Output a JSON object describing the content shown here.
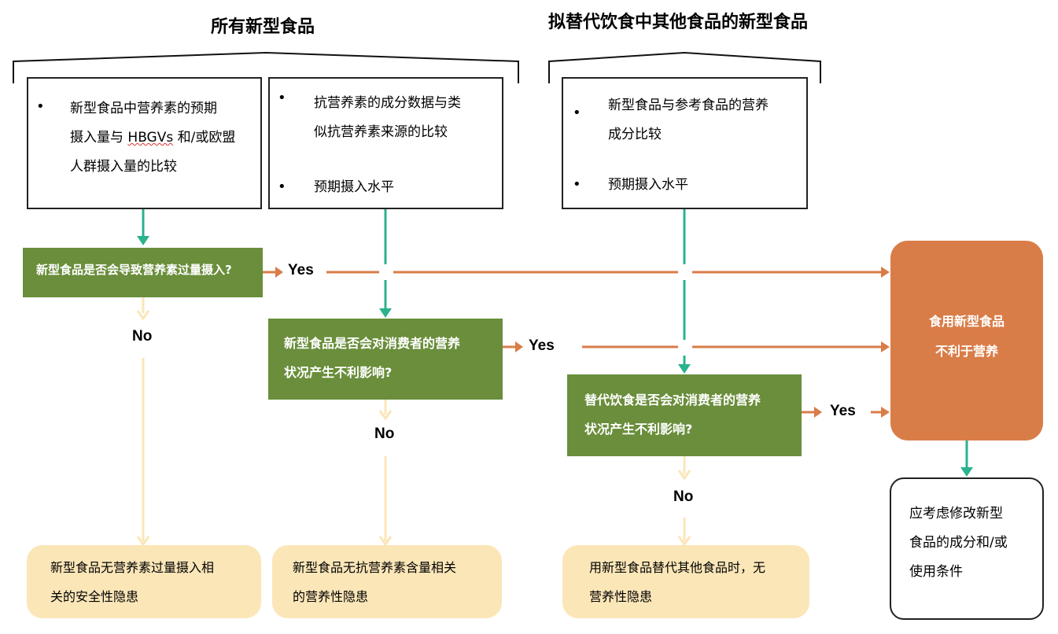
{
  "colors": {
    "question_fill": "#6a8e3b",
    "yes_arrow": "#d97d48",
    "no_arrow": "#fbe6b8",
    "flow_arrow": "#2bb28e",
    "harm_fill": "#d97d48",
    "outcome_fill": "#fbe6b8"
  },
  "headers": {
    "all_novel_foods": "所有新型食品",
    "replacement_foods": "拟替代饮食中其他食品的新型食品"
  },
  "inputs": [
    {
      "id": "nutrient-intake",
      "bullets": [
        "新型食品中营养素的预期摄入量与 HBGVs 和/或欧盟人群摄入量的比较"
      ],
      "lines": [
        "新型食品中营养素的预期",
        "摄入量与 HBGVs 和/或欧盟",
        "人群摄入量的比较"
      ]
    },
    {
      "id": "antinutrient",
      "bullets": [
        {
          "lines": [
            "抗营养素的成分数据与类",
            "似抗营养素来源的比较"
          ]
        },
        {
          "lines": [
            "预期摄入水平"
          ]
        }
      ]
    },
    {
      "id": "reference-comparison",
      "bullets": [
        {
          "lines": [
            "新型食品与参考食品的营养",
            "成分比较"
          ]
        },
        {
          "lines": [
            "预期摄入水平"
          ]
        }
      ]
    }
  ],
  "bullet_glyph": "•",
  "questions": [
    {
      "lines": [
        "新型食品是否会导致营养素过量摄入?"
      ]
    },
    {
      "lines": [
        "新型食品是否会对消费者的营养",
        "状况产生不利影响?"
      ]
    },
    {
      "lines": [
        "替代饮食是否会对消费者的营养",
        "状况产生不利影响?"
      ]
    }
  ],
  "labels": {
    "yes": "Yes",
    "no": "No"
  },
  "outcomes": [
    {
      "lines": [
        "新型食品无营养素过量摄入相",
        "关的安全性隐患"
      ]
    },
    {
      "lines": [
        "新型食品无抗营养素含量相关",
        "的营养性隐患"
      ]
    },
    {
      "lines": [
        "用新型食品替代其他食品时，无",
        "营养性隐患"
      ]
    }
  ],
  "harm": {
    "lines": [
      "食用新型食品",
      "不利于营养"
    ]
  },
  "advice": {
    "lines": [
      "应考虑修改新型",
      "食品的成分和/或",
      "使用条件"
    ]
  }
}
